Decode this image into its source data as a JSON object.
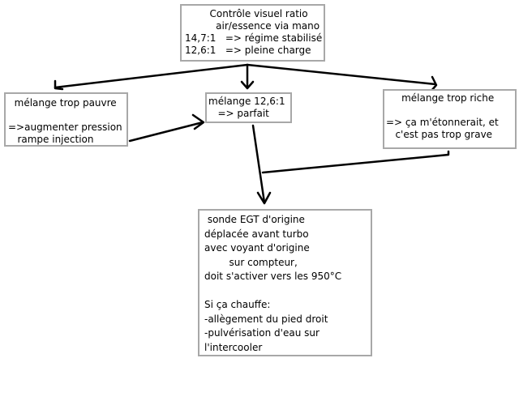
{
  "nodes": {
    "top": {
      "lines": [
        "        Contrôle visuel ratio",
        "          air/essence via mano",
        "14,7:1   => régime stabilisé",
        "12,6:1   => pleine charge"
      ]
    },
    "left": {
      "lines": [
        "  mélange trop pauvre",
        "",
        "=>augmenter pression",
        "   rampe injection"
      ]
    },
    "center": {
      "lines": [
        "mélange 12,6:1",
        "   => parfait"
      ]
    },
    "right": {
      "lines": [
        "     mélange trop riche",
        "",
        "=> ça m'étonnerait, et",
        "   c'est pas trop grave"
      ]
    },
    "bottom": {
      "lines": [
        " sonde EGT d'origine",
        "déplacée avant turbo",
        "avec voyant d'origine",
        "        sur compteur,",
        "doit s'activer vers les 950°C",
        "",
        "Si ça chauffe:",
        "-allègement du pied droit",
        "-pulvérisation d'eau sur",
        "l'intercooler"
      ]
    }
  }
}
